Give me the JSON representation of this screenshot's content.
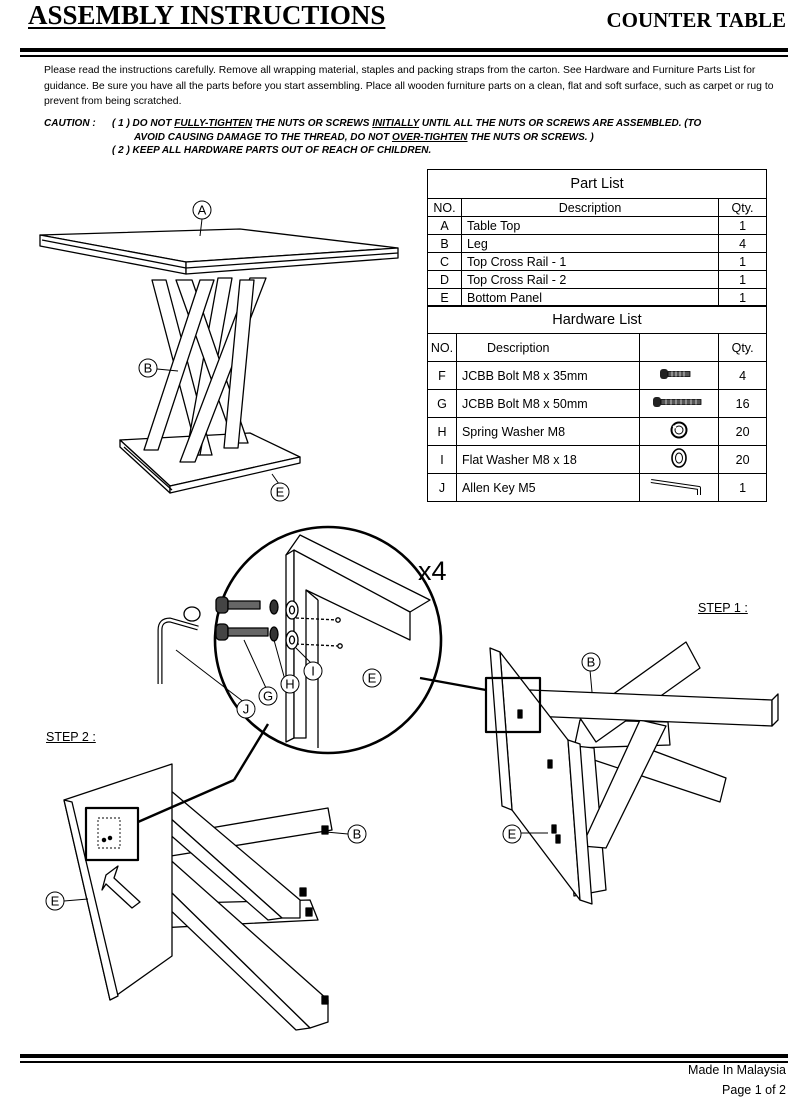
{
  "header": {
    "title": "ASSEMBLY INSTRUCTIONS",
    "subtitle": "COUNTER TABLE"
  },
  "intro": "Please read the instructions carefully. Remove all wrapping material, staples and packing straps from the carton. See Hardware and Furniture Parts List for guidance. Be sure you have all the parts before you start assembling. Place all wooden furniture parts on a clean, flat and soft surface, such as carpet or rug to prevent from being scratched.",
  "caution": {
    "label": "CAUTION :",
    "l1a": "( 1 ) DO NOT ",
    "l1b": "FULLY-TIGHTEN",
    "l1c": " THE NUTS OR SCREWS ",
    "l1d": "INITIALLY",
    "l1e": "  UNTIL ALL THE NUTS OR SCREWS ARE ASSEMBLED. (TO",
    "l2a": "AVOID CAUSING DAMAGE TO THE THREAD, DO NOT  ",
    "l2b": "OVER-TIGHTEN",
    "l2c": " THE NUTS OR SCREWS. )",
    "l3": "( 2 ) KEEP ALL HARDWARE PARTS OUT OF REACH OF CHILDREN."
  },
  "part_list": {
    "title": "Part List",
    "headers": [
      "NO.",
      "Description",
      "Qty."
    ],
    "rows": [
      [
        "A",
        "Table Top",
        "1"
      ],
      [
        "B",
        "Leg",
        "4"
      ],
      [
        "C",
        "Top Cross Rail - 1",
        "1"
      ],
      [
        "D",
        "Top Cross Rail - 2",
        "1"
      ],
      [
        "E",
        "Bottom Panel",
        "1"
      ]
    ]
  },
  "hardware_list": {
    "title": "Hardware List",
    "headers": [
      "NO.",
      "Description",
      "Qty."
    ],
    "rows": [
      {
        "no": "F",
        "desc": "JCBB Bolt M8 x 35mm",
        "icon": "short-bolt-icon",
        "qty": "4"
      },
      {
        "no": "G",
        "desc": "JCBB Bolt M8 x 50mm",
        "icon": "long-bolt-icon",
        "qty": "16"
      },
      {
        "no": "H",
        "desc": "Spring Washer M8",
        "icon": "spring-washer-icon",
        "qty": "20"
      },
      {
        "no": "I",
        "desc": "Flat Washer M8 x 18",
        "icon": "flat-washer-icon",
        "qty": "20"
      },
      {
        "no": "J",
        "desc": "Allen Key M5",
        "icon": "allen-key-icon",
        "qty": "1"
      }
    ]
  },
  "labels": {
    "A": "A",
    "B": "B",
    "E": "E",
    "s1_B": "B",
    "s1_E": "E",
    "s2_B": "B",
    "s2_E": "E",
    "z_E": "E",
    "z_G": "G",
    "z_H": "H",
    "z_I": "I",
    "z_J": "J"
  },
  "steps": {
    "step1": "STEP 1 :",
    "step2": "STEP 2 :",
    "multiplier": "x4"
  },
  "footer": {
    "origin": "Made In Malaysia",
    "page": "Page 1 of 2"
  }
}
